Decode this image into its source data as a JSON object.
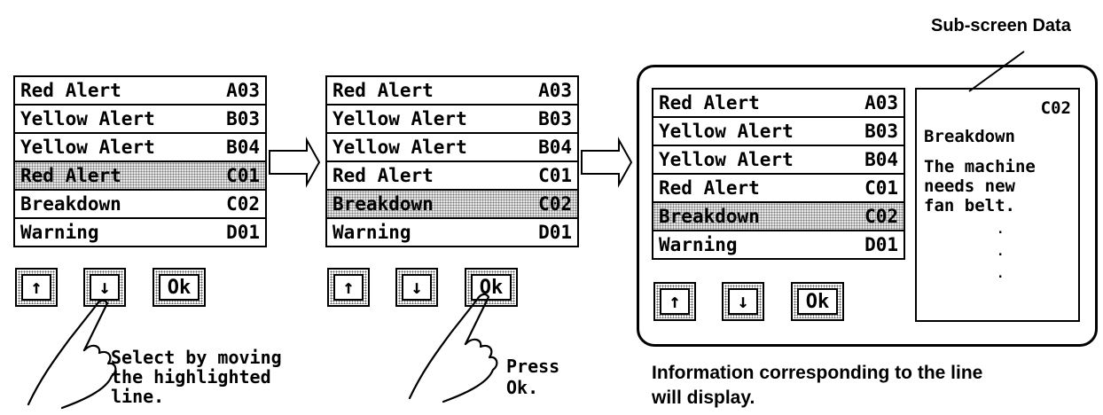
{
  "title": "Sub-screen Data",
  "lists": [
    {
      "rows": [
        {
          "label": "Red Alert",
          "code": "A03",
          "highlighted": false
        },
        {
          "label": "Yellow Alert",
          "code": "B03",
          "highlighted": false
        },
        {
          "label": "Yellow Alert",
          "code": "B04",
          "highlighted": false
        },
        {
          "label": "Red Alert",
          "code": "C01",
          "highlighted": true
        },
        {
          "label": "Breakdown",
          "code": "C02",
          "highlighted": false
        },
        {
          "label": "Warning",
          "code": "D01",
          "highlighted": false
        }
      ]
    },
    {
      "rows": [
        {
          "label": "Red Alert",
          "code": "A03",
          "highlighted": false
        },
        {
          "label": "Yellow Alert",
          "code": "B03",
          "highlighted": false
        },
        {
          "label": "Yellow Alert",
          "code": "B04",
          "highlighted": false
        },
        {
          "label": "Red Alert",
          "code": "C01",
          "highlighted": false
        },
        {
          "label": "Breakdown",
          "code": "C02",
          "highlighted": true
        },
        {
          "label": "Warning",
          "code": "D01",
          "highlighted": false
        }
      ]
    },
    {
      "rows": [
        {
          "label": "Red Alert",
          "code": "A03",
          "highlighted": false
        },
        {
          "label": "Yellow Alert",
          "code": "B03",
          "highlighted": false
        },
        {
          "label": "Yellow Alert",
          "code": "B04",
          "highlighted": false
        },
        {
          "label": "Red Alert",
          "code": "C01",
          "highlighted": false
        },
        {
          "label": "Breakdown",
          "code": "C02",
          "highlighted": true
        },
        {
          "label": "Warning",
          "code": "D01",
          "highlighted": false
        }
      ]
    }
  ],
  "buttons": {
    "up_icon": "up-arrow-icon",
    "down_icon": "down-arrow-icon",
    "ok_label": "Ok"
  },
  "subscreen": {
    "code": "C02",
    "name": "Breakdown",
    "line1": "The machine",
    "line2": "needs new",
    "line3": "fan belt."
  },
  "captions": {
    "step1_line1": "Select by moving",
    "step1_line2": "the highlighted",
    "step1_line3": "line.",
    "step2_line1": "Press",
    "step2_line2": "Ok.",
    "step3_line1": "Information corresponding to the line",
    "step3_line2": "will display."
  }
}
